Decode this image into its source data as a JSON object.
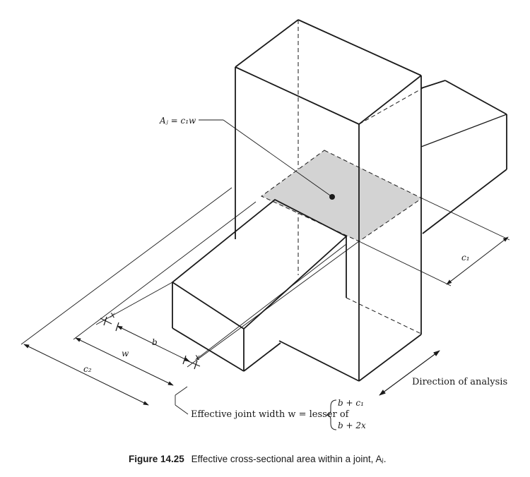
{
  "diagram": {
    "area_label": "Aⱼ = c₁w",
    "dim_c1": "c₁",
    "dim_c2": "c₂",
    "dim_b": "b",
    "dim_w": "w",
    "dim_x_left": "x",
    "dim_x_right": "x",
    "direction_label": "Direction of analysis",
    "width_label": "Effective joint width w = lesser of",
    "width_opt1": "b + c₁",
    "width_opt2": "b + 2x"
  },
  "caption": {
    "number": "Figure 14.25",
    "text": "Effective cross-sectional area within a joint, Aⱼ."
  }
}
